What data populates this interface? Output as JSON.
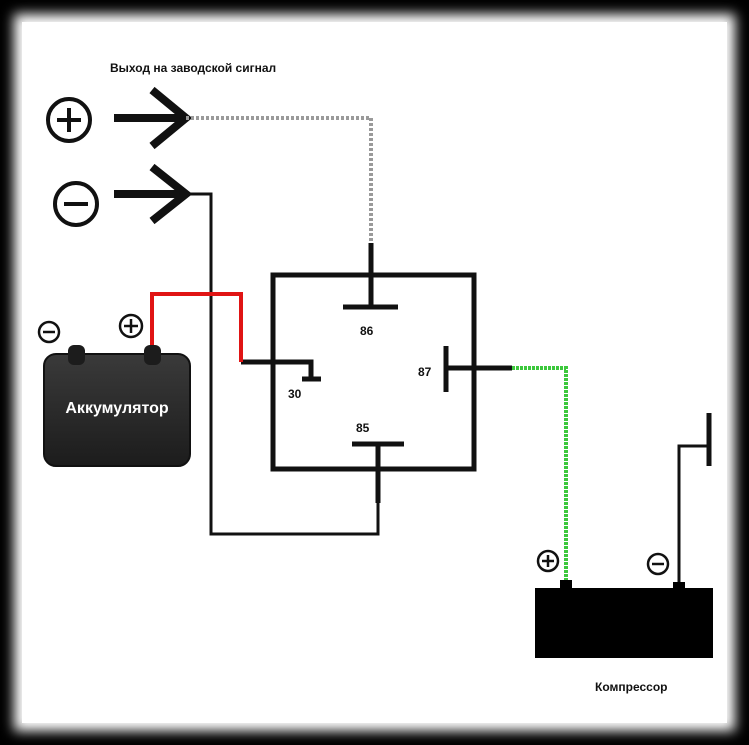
{
  "diagram": {
    "title": "Выход на заводской сигнал",
    "battery_label": "Аккумулятор",
    "compressor_label": "Компрессор",
    "symbols": {
      "plus": "+",
      "minus": "−"
    },
    "relay_pins": {
      "pin_86": "86",
      "pin_87": "87",
      "pin_30": "30",
      "pin_85": "85"
    },
    "colors": {
      "background": "#ffffff",
      "frame": "#000000",
      "wire_black": "#111111",
      "wire_red": "#e01414",
      "wire_gray": "#9a9a9a",
      "wire_green": "#3cc83c",
      "battery_fill": "#2b2b2b"
    },
    "icons": [
      "plus-circle-icon",
      "minus-circle-icon",
      "arrow-icon"
    ]
  }
}
